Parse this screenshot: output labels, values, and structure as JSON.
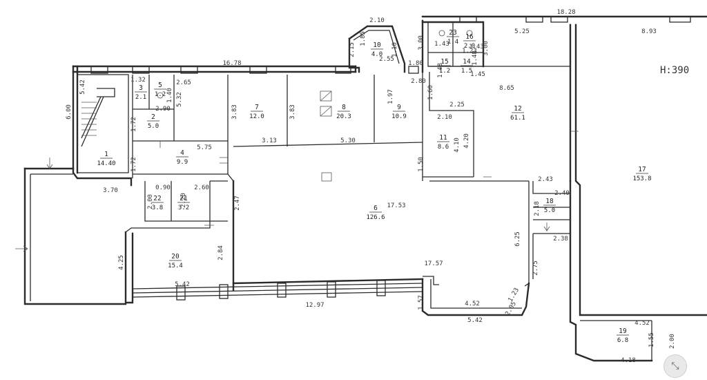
{
  "ceiling_height": "H:390",
  "rooms": [
    {
      "no": "1",
      "area": "14.40"
    },
    {
      "no": "2",
      "area": "5.0"
    },
    {
      "no": "3",
      "area": "2.1"
    },
    {
      "no": "4",
      "area": "9.9"
    },
    {
      "no": "5",
      "area": "1.2"
    },
    {
      "no": "6",
      "area": "126.6"
    },
    {
      "no": "7",
      "area": "12.0"
    },
    {
      "no": "8",
      "area": "20.3"
    },
    {
      "no": "9",
      "area": "10.9"
    },
    {
      "no": "10",
      "area": "4.0"
    },
    {
      "no": "11",
      "area": "8.6"
    },
    {
      "no": "12",
      "area": "61.1"
    },
    {
      "no": "14",
      "area": "1.5"
    },
    {
      "no": "15",
      "area": "1.2"
    },
    {
      "no": "16",
      "area": "2.0"
    },
    {
      "no": "17",
      "area": "153.8"
    },
    {
      "no": "18",
      "area": "5.0"
    },
    {
      "no": "19",
      "area": "6.8"
    },
    {
      "no": "20",
      "area": "15.4"
    },
    {
      "no": "21",
      "area": "3.2"
    },
    {
      "no": "22",
      "area": "3.8"
    },
    {
      "no": "23",
      "area": "1.4"
    }
  ],
  "dimensions": [
    "16.78",
    "18.28",
    "5.25",
    "8.93",
    "2.65",
    "3.83",
    "3.83",
    "3.13",
    "5.30",
    "5.75",
    "6.00",
    "5.42",
    "1.72",
    "1.72",
    "2.90",
    "1.32",
    "1.40",
    "5.32",
    "2.10",
    "2.15",
    "1.85",
    "1.10",
    "2.55",
    "1.80",
    "2.80",
    "3.00",
    "3.00",
    "8.65",
    "2.25",
    "2.10",
    "4.20",
    "4.10",
    "1.60",
    "1.50",
    "3.70",
    "0.90",
    "2.00",
    "2.20",
    "2.60",
    "2.47",
    "17.53",
    "17.57",
    "2.84",
    "4.25",
    "5.42",
    "12.97",
    "1.57",
    "4.52",
    "1.23",
    "2.05",
    "5.42",
    "6.25",
    "2.75",
    "2.43",
    "2.40",
    "2.18",
    "2.38",
    "4.52",
    "1.55",
    "2.00",
    "4.18",
    "1.97",
    "1.45",
    "1.23",
    "1.43",
    "1.48",
    "1.43",
    "1.48"
  ],
  "icons": [
    "zoom-expand-icon"
  ]
}
